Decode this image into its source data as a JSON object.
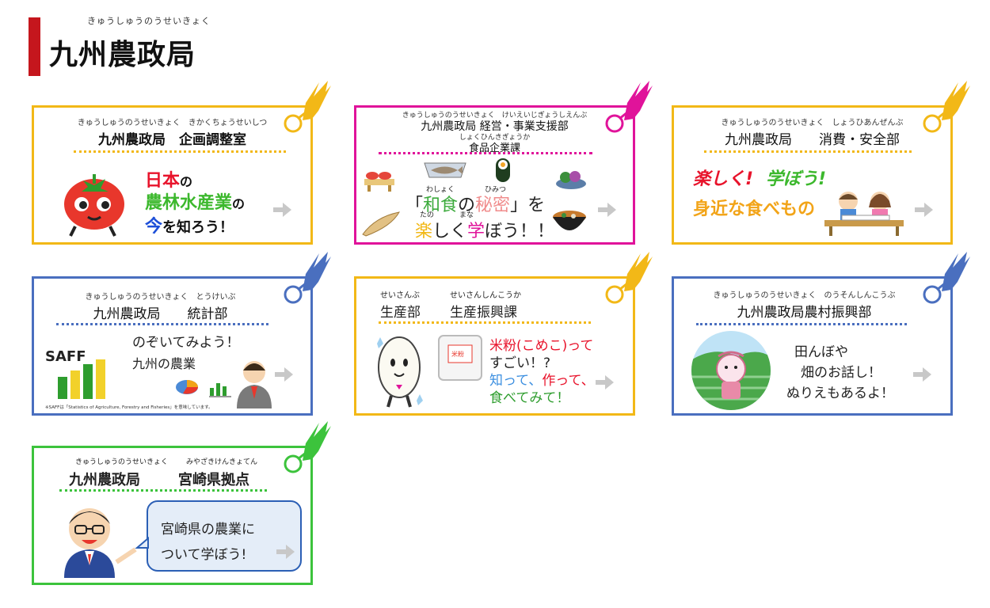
{
  "page": {
    "ruby": "きゅうしゅうのうせいきょく",
    "title": "九州農政局"
  },
  "colors": {
    "accent_red": "#c5161d",
    "yellow": "#f2b817",
    "magenta": "#e0139a",
    "blue": "#4a6fbf",
    "green": "#3cc33c",
    "arrow_gray": "#c8c8c8"
  },
  "cards": [
    {
      "ruby": "きゅうしゅうのうせいきょく　きかくちょうせいしつ",
      "title": "九州農政局　企画調整室",
      "line1a": "日本",
      "line1b": "の",
      "line2a": "農林水産業",
      "line2b": "の",
      "line3a": "今",
      "line3b": "を知ろう！",
      "icon": "tomato-mascot-icon"
    },
    {
      "ruby1": "きゅうしゅうのうせいきょく　けいえいじぎょうしえんぶ",
      "title1": "九州農政局 経営・事業支援部",
      "ruby2": "しょくひんきぎょうか",
      "title2": "食品企業課",
      "ruby_washoku": "わしょく",
      "ruby_himitsu": "ひみつ",
      "open_bracket": "「",
      "washoku": "和食",
      "no": "の",
      "himitsu": "秘密",
      "close_bracket": "」を",
      "ruby_tano": "たの",
      "ruby_mana": "まな",
      "tano": "楽",
      "shiku": "しく",
      "mana": "学",
      "bou": "ぼう！！"
    },
    {
      "ruby": "きゅうしゅうのうせいきょく　しょうひあんぜんぶ",
      "title": "九州農政局　　消費・安全部",
      "line1a": "楽しく!",
      "line1b": "学ぼう!",
      "line2": "身近な食べもの"
    },
    {
      "ruby": "きゅうしゅうのうせいきょく　とうけいぶ",
      "title": "九州農政局　　統計部",
      "line1": "のぞいてみよう！",
      "line2": "九州の農業",
      "saff": "SAFF",
      "footnote": "※SAFFは「Statistics of Agriculture, Forestry and Fisheries」を意味しています。"
    },
    {
      "ruby_left": "せいさんぶ",
      "title_left": "生産部",
      "ruby_right": "せいさんしんこうか",
      "title_right": "生産振興課",
      "line1": "米粉(こめこ)って",
      "line2": "すごい！?",
      "line3a": "知って、",
      "line3b": "作って、",
      "line4": "食べてみて！",
      "bag_label": "米粉"
    },
    {
      "ruby": "きゅうしゅうのうせいきょく　のうそんしんこうぶ",
      "title": "九州農政局農村振興部",
      "line1": "田んぼや",
      "line2": "畑のお話し！",
      "line3": "ぬりえもあるよ！"
    },
    {
      "ruby_left": "きゅうしゅうのうせいきょく",
      "title_left": "九州農政局",
      "ruby_right": "みやざきけんきょてん",
      "title_right": "宮崎県拠点",
      "bubble1": "宮崎県の農業に",
      "bubble2": "ついて学ぼう!"
    }
  ]
}
